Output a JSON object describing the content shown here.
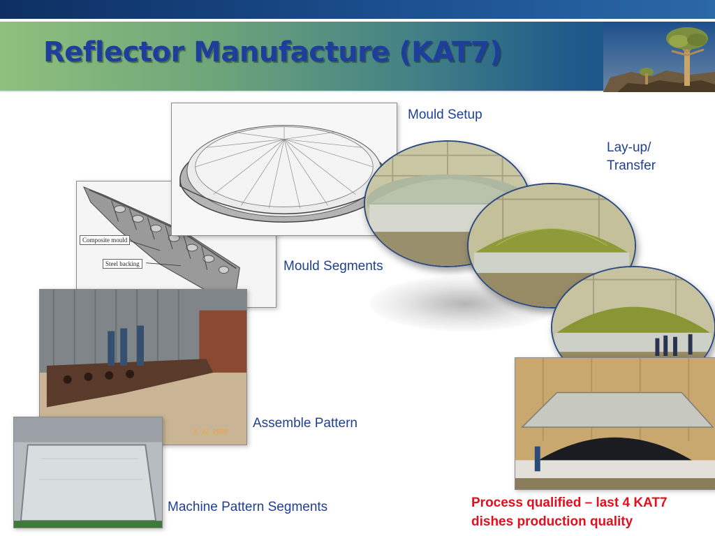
{
  "slide": {
    "title": "Reflector Manufacture (KAT7)",
    "captions": {
      "mould_setup": "Mould Setup",
      "layup_line1": "Lay-up/",
      "layup_line2": "Transfer",
      "mould_segments": "Mould Segments",
      "assemble_pattern": "Assemble Pattern",
      "machine_pattern_segments": "Machine Pattern Segments",
      "qualified_line1": "Process qualified – last 4 KAT7",
      "qualified_line2": "dishes production quality"
    },
    "diagram_labels": {
      "composite_mould": "Composite mould",
      "steel_backing": "Steel backing"
    },
    "photo_date_stamp": "8 12 2008"
  }
}
